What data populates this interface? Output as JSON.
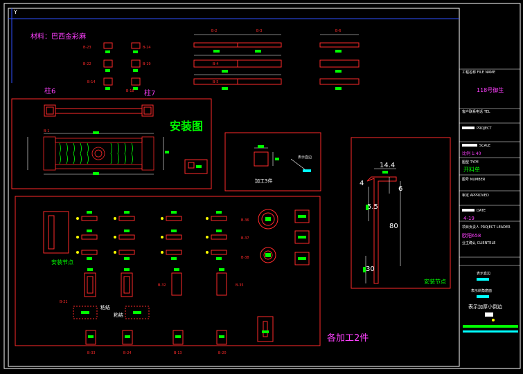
{
  "colors": {
    "frame": "#ffffff",
    "line": "#ff2a2a",
    "dim": "#ffffff",
    "accent": "#00ff00",
    "magenta": "#ff40ff",
    "yellow": "#ffff00",
    "cyan": "#00ffff",
    "blue": "#3050ff",
    "background": "#000000"
  },
  "material_note": "材料：巴西金彩麻",
  "top_views": {
    "dim_labels": [
      "B-2",
      "B-3",
      "B-4",
      "B-5",
      "B-6"
    ],
    "section_labels": [
      "B-23",
      "B-22",
      "B-14",
      "B-24",
      "B-19",
      "B-18"
    ]
  },
  "elevation": {
    "pillar_left_label": "柱6",
    "pillar_right_label": "柱7",
    "title": "安装图",
    "tag": "B-1"
  },
  "detail_small": {
    "caption": "加工3件",
    "note": "表示直边"
  },
  "parts_panel": {
    "install_label": "安装节点",
    "total_label": "各加工2件",
    "callouts": [
      "B-36",
      "B-37",
      "B-38",
      "B-21",
      "B-32",
      "B-35",
      "B-33",
      "B-24",
      "B-13",
      "B-20"
    ],
    "glue_label": "粘结"
  },
  "section_detail": {
    "dims": [
      "14.4",
      "4",
      "6",
      "5.5",
      "80",
      "30"
    ],
    "label": "安装节点"
  },
  "title_block": {
    "project_name_label": "工程名称 FILE NAME",
    "project_name": "118号御生",
    "client_label": "客户联系电话 TEL",
    "project_label": "PROJECT",
    "scale_label": "SCALE",
    "scale_value": "比例  1:40",
    "type_label": "图型 TYPE",
    "type_value": "开料单",
    "number_label": "图号 NUMBER",
    "approved_label": "审定 APPROVED",
    "date_label": "DATE",
    "date_value": "4-19",
    "leader_label": "项目负责人 PROJECT LEADER",
    "leader_value": "欧阳658",
    "client_sign_label": "业主确认 CLIENTELE",
    "legend": [
      "表示直边",
      "表示斜角磨面",
      "表示加厚小倒边"
    ]
  }
}
